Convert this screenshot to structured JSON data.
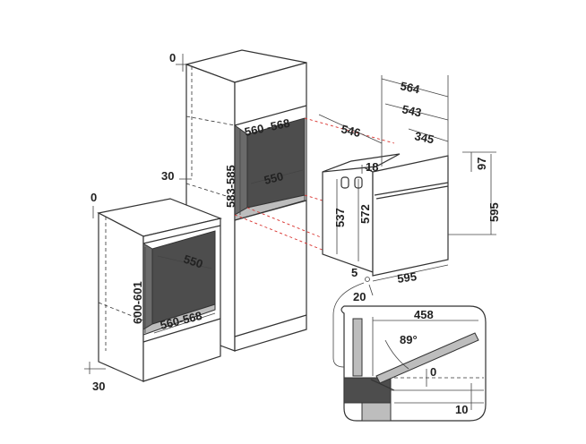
{
  "dimensions": {
    "tall_top_gap": "0",
    "niche_width": "560 -568",
    "niche_height": "583-585",
    "niche_depth": "550",
    "tall_side_gap": "30",
    "under_top_gap": "0",
    "under_depth": "550",
    "under_height": "600-601",
    "under_width": "560-568",
    "under_bottom_gap": "30",
    "oven_total_depth": "564",
    "oven_depth_543": "543",
    "oven_depth_546": "546",
    "oven_depth_345": "345",
    "oven_offset_18": "18",
    "oven_offset_97": "97",
    "oven_height_537": "537",
    "oven_height_572": "572",
    "oven_front_height": "595",
    "oven_front_width": "595",
    "oven_gap_5": "5",
    "oven_gap_20": "20",
    "door_depth": "458",
    "door_angle": "89°",
    "door_gap_0": "0",
    "door_gap_10": "10"
  }
}
